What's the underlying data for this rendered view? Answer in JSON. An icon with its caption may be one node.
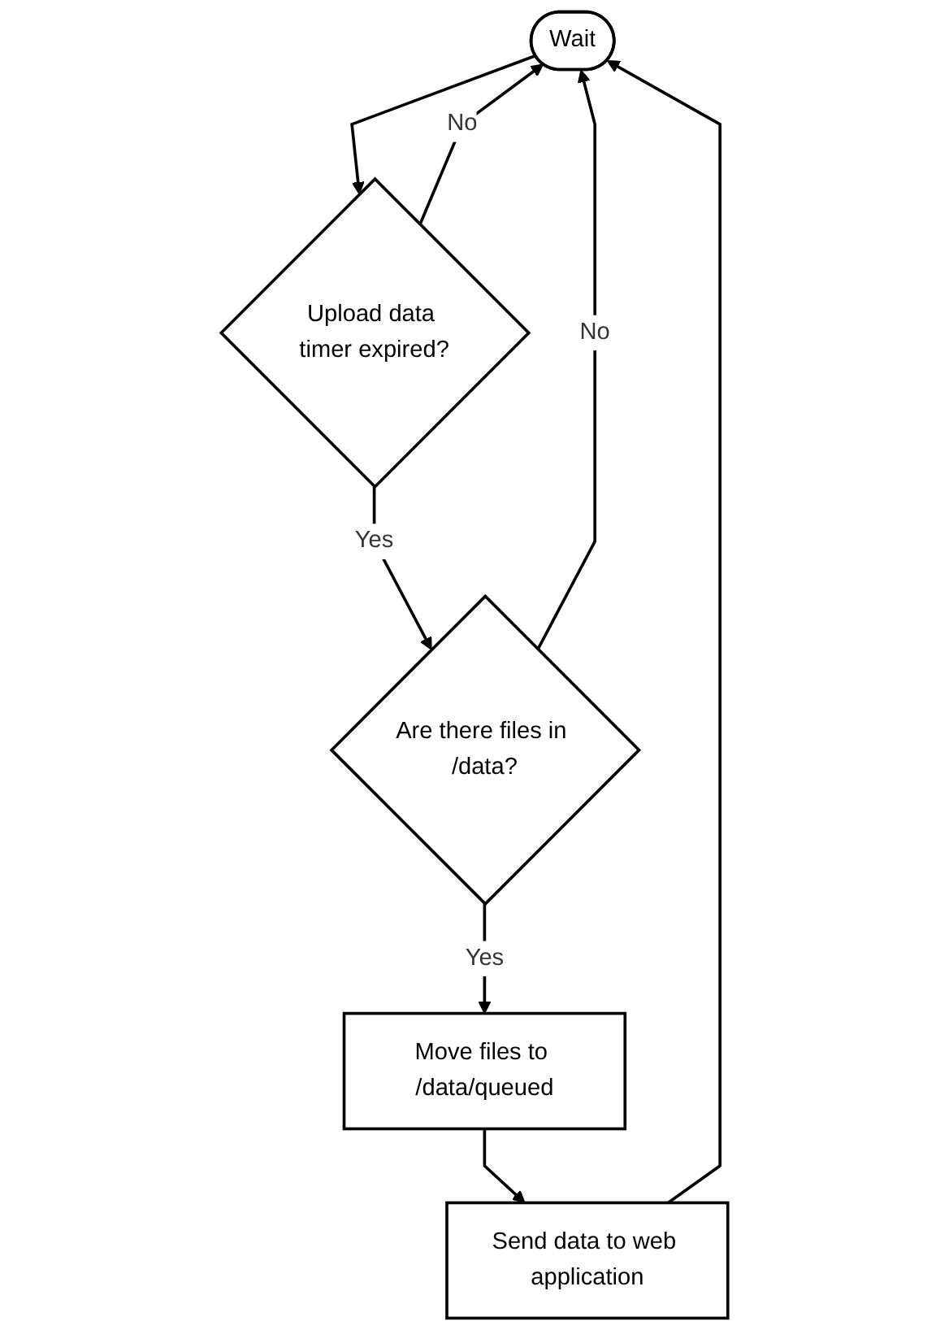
{
  "diagram": {
    "nodes": [
      {
        "text": [
          "Wait"
        ]
      },
      {
        "text": [
          "Upload data timer expired?"
        ]
      },
      {
        "text": [
          "Are there files in /data?"
        ]
      },
      {
        "text": [
          "Move files to /data/queued"
        ]
      },
      {
        "text": [
          "Send data to web application"
        ]
      }
    ],
    "edges": [
      {
        "from": 0,
        "to": 1,
        "arrow": "to"
      },
      {
        "from": 1,
        "to": 0,
        "arrow": "to",
        "label": "No"
      },
      {
        "from": 1,
        "to": 2,
        "arrow": "to",
        "label": "Yes"
      },
      {
        "from": 2,
        "to": 0,
        "arrow": "to",
        "label": "No"
      },
      {
        "from": 2,
        "to": 3,
        "arrow": "to",
        "label": "Yes"
      },
      {
        "from": 3,
        "to": 4,
        "arrow": "to"
      },
      {
        "from": 4,
        "to": 0,
        "arrow": "to"
      }
    ]
  }
}
